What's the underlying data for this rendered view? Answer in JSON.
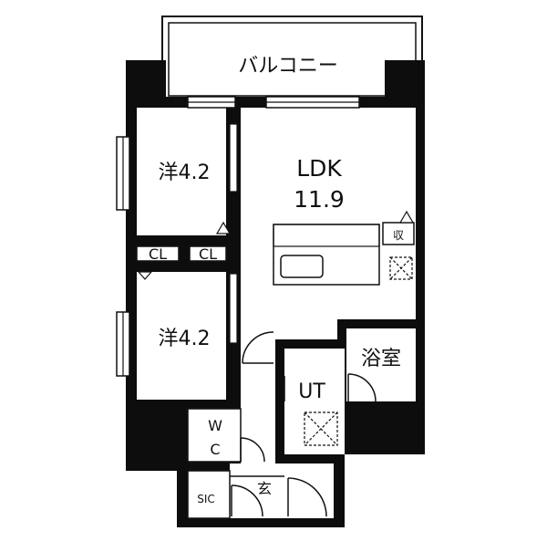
{
  "colors": {
    "wall": "#0d0d0d",
    "line": "#111111",
    "background": "#ffffff"
  },
  "labels": {
    "balcony": "バルコニー",
    "room_west_1": "洋4.2",
    "room_west_2": "洋4.2",
    "ldk": "LDK",
    "ldk_area": "11.9",
    "closet_1": "CL",
    "closet_2": "CL",
    "storage": "収",
    "bathroom": "浴室",
    "utility": "UT",
    "wc_w": "W",
    "wc_c": "C",
    "entrance": "玄",
    "sic": "SIC"
  },
  "icons": [
    "door-swing-icon",
    "window-icon",
    "ceiling-cross-icon",
    "sink-icon",
    "triangle-marker-icon"
  ]
}
